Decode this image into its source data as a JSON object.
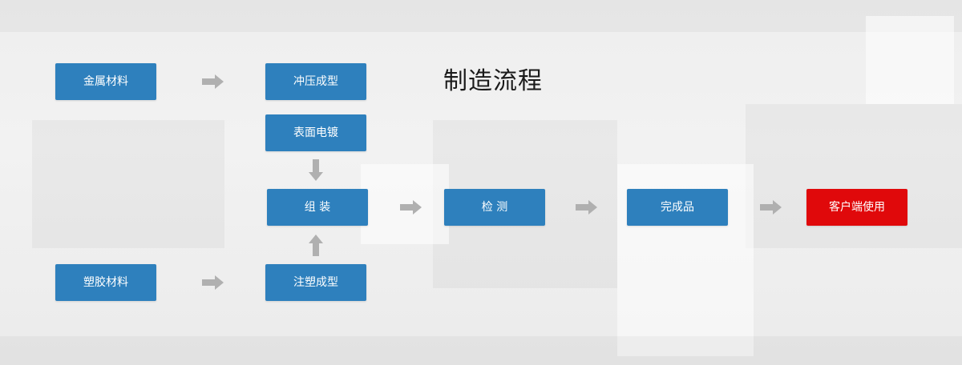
{
  "title": "制造流程",
  "nodes": {
    "metal_material": "金属材料",
    "stamping": "冲压成型",
    "electroplating": "表面电镀",
    "assembly": "组 装",
    "inspection": "检 测",
    "finished_product": "完成品",
    "customer_use": "客户端使用",
    "plastic_material": "塑胶材料",
    "injection_molding": "注塑成型"
  },
  "colors": {
    "box_blue": "#2e80bd",
    "box_red": "#e0090b",
    "arrow_gray": "#b0b0b0"
  }
}
